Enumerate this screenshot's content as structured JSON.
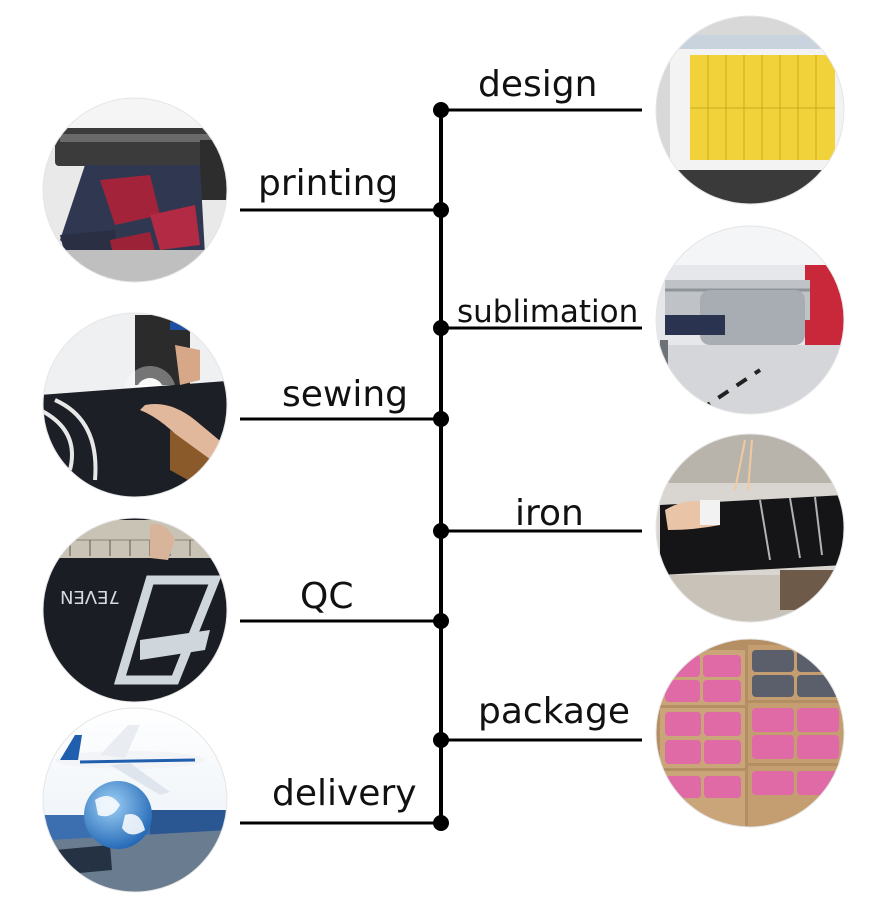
{
  "colors": {
    "line": "#000000",
    "text": "#111111",
    "background": "#ffffff"
  },
  "left_steps": [
    {
      "id": "printing",
      "label": "printing",
      "icon": "printing-machine-photo"
    },
    {
      "id": "sewing",
      "label": "sewing",
      "icon": "sewing-machine-photo"
    },
    {
      "id": "qc",
      "label": "QC",
      "icon": "quality-check-photo"
    },
    {
      "id": "delivery",
      "label": "delivery",
      "icon": "airplane-globe-photo"
    }
  ],
  "right_steps": [
    {
      "id": "design",
      "label": "design",
      "icon": "design-screen-photo"
    },
    {
      "id": "sublimation",
      "label": "sublimation",
      "icon": "heat-press-photo"
    },
    {
      "id": "iron",
      "label": "iron",
      "icon": "ironing-photo"
    },
    {
      "id": "package",
      "label": "package",
      "icon": "packaged-goods-photo"
    }
  ],
  "logo_text": "7EVEN"
}
